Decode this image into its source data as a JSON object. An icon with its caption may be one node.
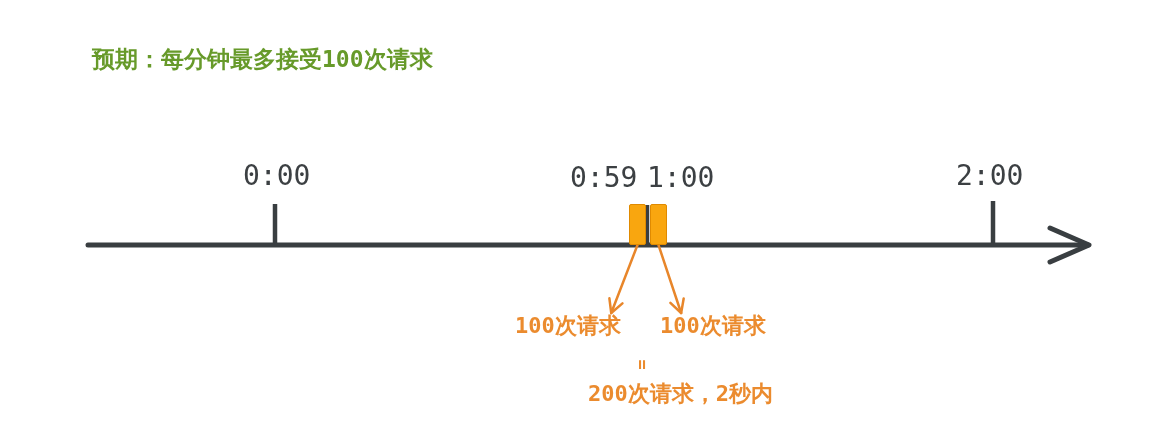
{
  "diagram": {
    "title": "预期：每分钟最多接受100次请求",
    "nodes": [
      {
        "text": [],
        "shape": "box"
      },
      {
        "text": [],
        "shape": "box"
      },
      {
        "text": [
          "100次请求"
        ]
      },
      {
        "text": [
          "100次请求"
        ]
      }
    ],
    "edges": [
      {
        "from": 0,
        "to": 2,
        "arrow": "to"
      },
      {
        "from": 1,
        "to": 3,
        "arrow": "to"
      }
    ],
    "labels": [
      "0:00",
      "0:59",
      "1:00",
      "2:00",
      "=",
      "200次请求，2秒内"
    ]
  }
}
